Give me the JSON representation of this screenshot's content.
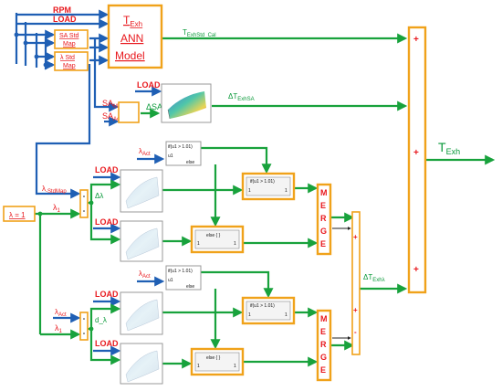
{
  "inputs": {
    "rpm": "RPM",
    "load": "LOAD",
    "lambda_eq_1": "λ = 1"
  },
  "maps": {
    "sa_std": [
      "SA Std",
      "Map"
    ],
    "lambda_std": [
      "λ Std",
      "Map"
    ]
  },
  "ann_model": {
    "line1": "T",
    "line1_sub": "Exh",
    "line2": "ANN",
    "line3": "Model"
  },
  "signals": {
    "t_exh_std_cal": "T",
    "t_exh_std_cal_sub": "ExhStd_Cal",
    "sa_map": "SA",
    "sa_map_sub": "Map",
    "sa_act": "SA",
    "sa_act_sub": "Act",
    "delta_sa": "ΔSA",
    "load_sa": "LOAD",
    "delta_t_exh_sa": "ΔT",
    "delta_t_exh_sa_sub": "ExhSA",
    "lambda_std_map": "λ",
    "lambda_std_map_sub": "-StdMap",
    "lambda_1_top": "λ",
    "lambda_1_top_sub": "1",
    "delta_lambda": "Δλ",
    "lambda_act_top": "λ",
    "lambda_act_top_sub": "Act",
    "load_2": "LOAD",
    "load_3": "LOAD",
    "lambda_act_bot": "λ",
    "lambda_act_bot_sub": "Act",
    "lambda_1_bot": "λ",
    "lambda_1_bot_sub": "1",
    "d_lambda": "d_λ",
    "load_4": "LOAD",
    "load_5": "LOAD",
    "delta_t_exh_lambda": "ΔT",
    "delta_t_exh_lambda_sub": "Exhλ",
    "t_exh_out": "T",
    "t_exh_out_sub": "Exh"
  },
  "logic": {
    "if_cond": "if(u1 > 1.01)",
    "u1": "u1",
    "else": "else",
    "if_action": "if(u1 > 1.01)",
    "else_action": "else { }",
    "port_in": "1",
    "port_out": "1",
    "merge": [
      "M",
      "E",
      "R",
      "G",
      "E"
    ]
  },
  "sum_signs": {
    "big_sum": [
      "+",
      "+",
      "+"
    ],
    "lambda_sum": [
      "+",
      "+"
    ],
    "minus": "-"
  },
  "colors": {
    "red_label": "#e8181d",
    "green_label": "#0a9a3a",
    "blue_wire": "#1f5fb4",
    "green_wire": "#18a23c",
    "orange_box": "#f0a21a"
  }
}
